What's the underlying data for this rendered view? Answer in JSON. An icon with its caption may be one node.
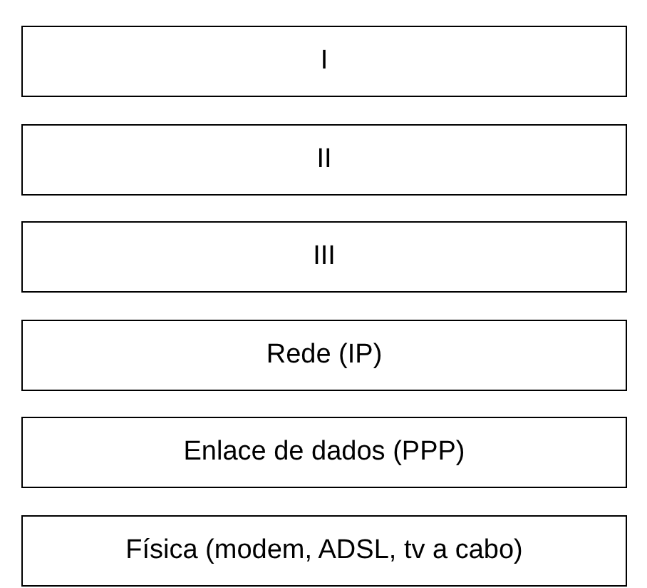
{
  "diagram": {
    "nodes": [
      {
        "text": [
          "I"
        ]
      },
      {
        "text": [
          "II"
        ]
      },
      {
        "text": [
          "III"
        ]
      },
      {
        "text": [
          "Rede (IP)"
        ]
      },
      {
        "text": [
          "Enlace de dados (PPP)"
        ]
      },
      {
        "text": [
          "Física (modem, ADSL, tv a cabo)"
        ]
      }
    ]
  }
}
